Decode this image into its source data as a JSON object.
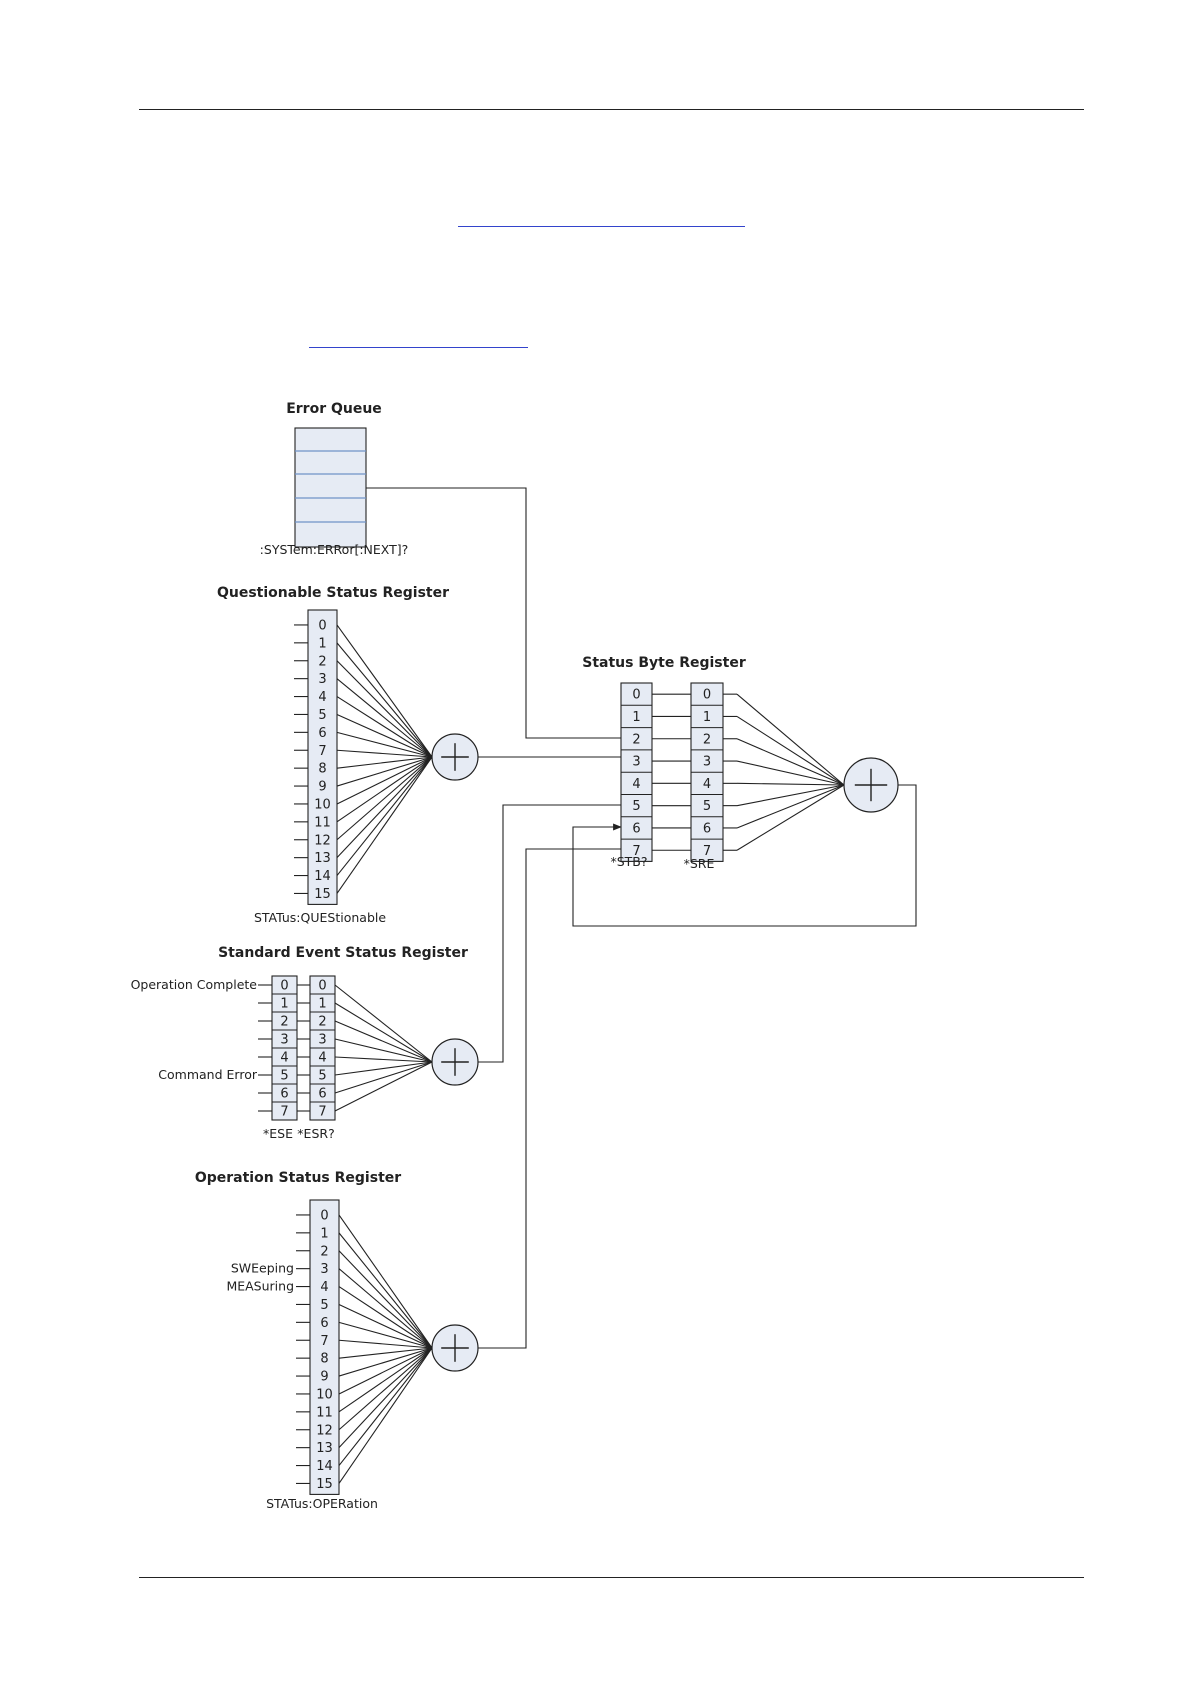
{
  "error_queue": {
    "title": "Error Queue",
    "query": ":SYSTem:ERRor[:NEXT]?"
  },
  "questionable": {
    "title": "Questionable Status Register",
    "bits": [
      "0",
      "1",
      "2",
      "3",
      "4",
      "5",
      "6",
      "7",
      "8",
      "9",
      "10",
      "11",
      "12",
      "13",
      "14",
      "15"
    ],
    "query": "STATus:QUEStionable"
  },
  "status_byte": {
    "title": "Status Byte Register",
    "bits": [
      "0",
      "1",
      "2",
      "3",
      "4",
      "5",
      "6",
      "7"
    ],
    "stb_label": "*STB?",
    "sre_label": "*SRE"
  },
  "standard_event": {
    "title": "Standard Event Status Register",
    "bits": [
      "0",
      "1",
      "2",
      "3",
      "4",
      "5",
      "6",
      "7"
    ],
    "input_labels": {
      "0": "Operation Complete",
      "5": "Command Error"
    },
    "ese_label": "*ESE",
    "esr_label": "*ESR?"
  },
  "operation": {
    "title": "Operation Status Register",
    "bits": [
      "0",
      "1",
      "2",
      "3",
      "4",
      "5",
      "6",
      "7",
      "8",
      "9",
      "10",
      "11",
      "12",
      "13",
      "14",
      "15"
    ],
    "input_labels": {
      "3": "SWEeping",
      "4": "MEASuring"
    },
    "query": "STATus:OPERation"
  },
  "colors": {
    "register_fill": "#e6ebf4",
    "queue_divider": "#6f93c8",
    "line": "#222222",
    "link": "#3344cc"
  }
}
